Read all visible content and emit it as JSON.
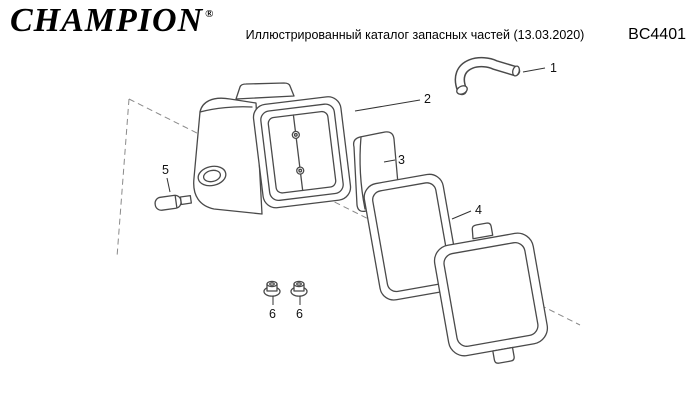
{
  "header": {
    "logo": "CHAMPION",
    "registered_mark": "®",
    "subtitle": "Иллюстрированный каталог запасных частей (13.03.2020)",
    "model": "BC4401"
  },
  "diagram": {
    "callouts": {
      "c1": "1",
      "c2": "2",
      "c3": "3",
      "c4": "4",
      "c5": "5",
      "c6a": "6",
      "c6b": "6"
    }
  }
}
